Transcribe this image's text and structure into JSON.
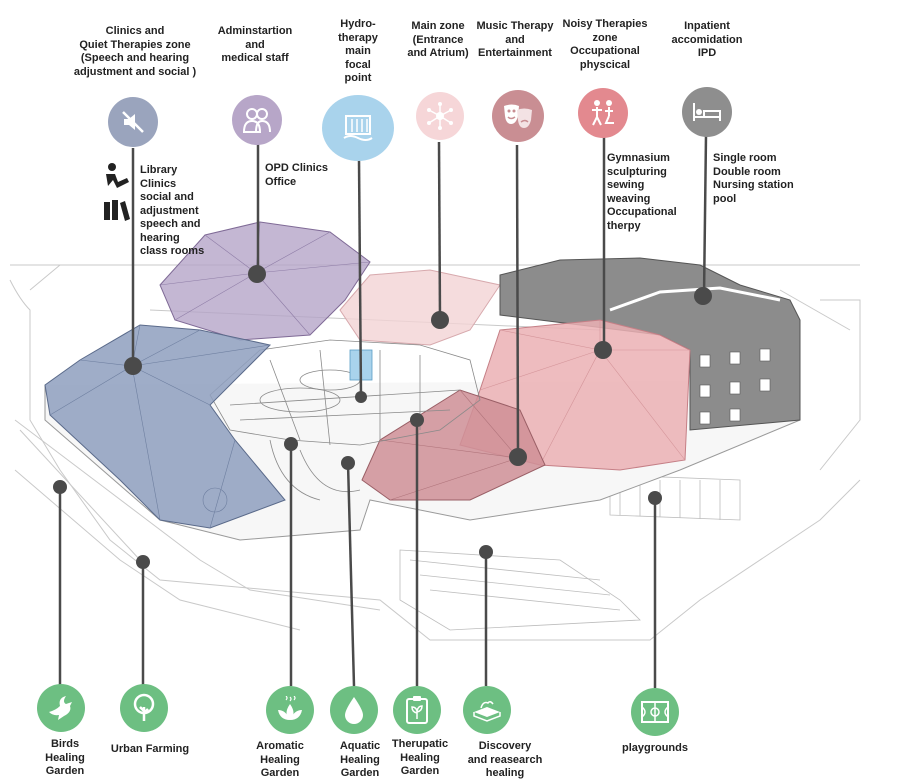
{
  "top_zones": [
    {
      "label": "Clinics and\nQuiet Therapies zone\n(Speech and hearing\nadjustment and social )",
      "icon": "mute-speaker-icon",
      "color": "#9aa4bd"
    },
    {
      "label": "Adminstartion\nand\nmedical staff",
      "icon": "staff-people-icon",
      "color": "#b7a6c8"
    },
    {
      "label": "Hydro-\ntherapy\nmain\nfocal\npoint",
      "icon": "waterfall-icon",
      "color": "#a9d3ec"
    },
    {
      "label": "Main zone\n(Entrance\nand Atrium)",
      "icon": "network-hub-icon",
      "color": "#f6d6d8"
    },
    {
      "label": "Music Therapy\nand\nEntertainment",
      "icon": "theater-masks-icon",
      "color": "#c98e93"
    },
    {
      "label": "Noisy Therapies\nzone\nOccupational\nphyscical",
      "icon": "therapy-figures-icon",
      "color": "#e3898f"
    },
    {
      "label": "Inpatient\naccomidation\nIPD",
      "icon": "bed-icon",
      "color": "#8e8e8e"
    }
  ],
  "side_notes": {
    "clinics": "Library\nClinics\nsocial and\nadjustment\nspeech and\nhearing\nclass rooms",
    "opd": "OPD Clinics\nOffice",
    "noisy": "Gymnasium\nsculpturing\nsewing\nweaving\nOccupational\ntherpy",
    "ipd": "Single room\nDouble room\nNursing station\npool"
  },
  "bottom_gardens": [
    {
      "label": "Birds\nHealing\nGarden",
      "icon": "dove-icon"
    },
    {
      "label": "Urban Farming",
      "icon": "tree-icon"
    },
    {
      "label": "Aromatic\nHealing\nGarden",
      "icon": "lotus-icon"
    },
    {
      "label": "Aquatic\nHealing\nGarden",
      "icon": "water-drop-icon"
    },
    {
      "label": "Therupatic\nHealing\nGarden",
      "icon": "clipboard-plant-icon"
    },
    {
      "label": "Discovery\nand reasearch\nhealing",
      "icon": "discovery-box-icon"
    },
    {
      "label": "playgrounds",
      "icon": "playground-court-icon"
    }
  ],
  "colors": {
    "green": "#6dbf82",
    "connector": "#4a4a4a",
    "clinics_zone": "#8e9fbe",
    "admin_zone": "#b4a3c6",
    "main_zone": "#f3d3d5",
    "music_zone": "#cf8f97",
    "noisy_zone": "#ebb0b4",
    "ipd_zone": "#8c8c8c"
  }
}
